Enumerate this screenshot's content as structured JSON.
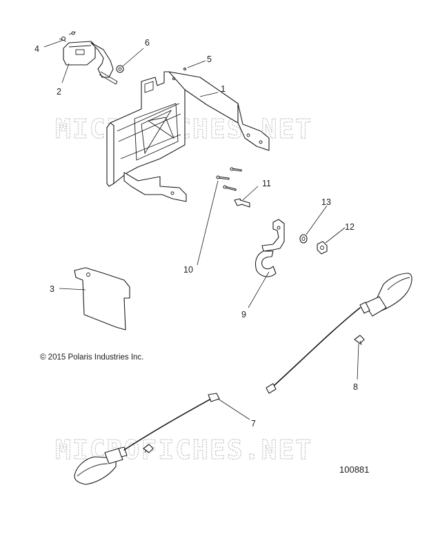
{
  "watermark": "MICROFICHES.NET",
  "copyright": "© 2015 Polaris Industries Inc.",
  "drawing_number": "100881",
  "callouts": [
    "1",
    "2",
    "3",
    "4",
    "5",
    "6",
    "7",
    "8",
    "9",
    "10",
    "11",
    "12",
    "13"
  ]
}
